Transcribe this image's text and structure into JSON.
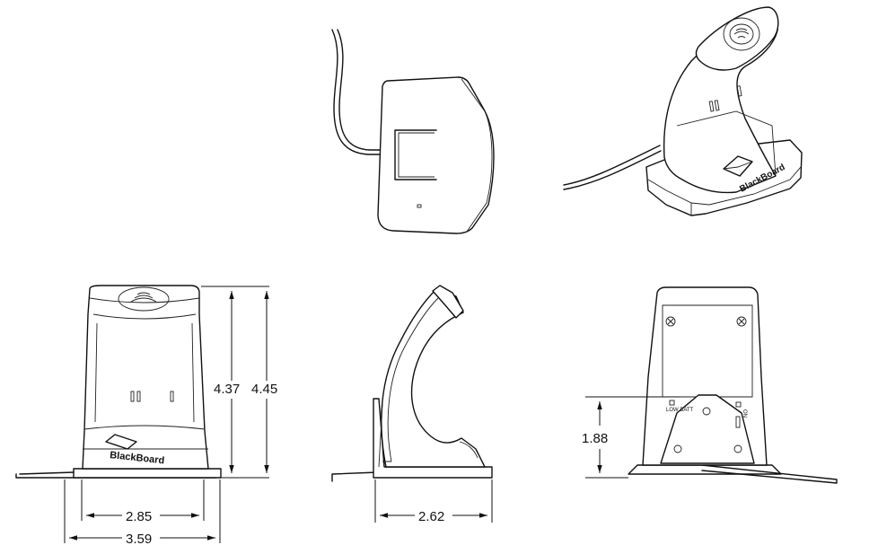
{
  "drawing": {
    "brand": "BlackBoard",
    "labels": {
      "low_batt": "LOW BATT",
      "on": "ON"
    },
    "dimensions": {
      "front_height_inner": "4.37",
      "front_height_outer": "4.45",
      "front_width_inner": "2.85",
      "front_width_outer": "3.59",
      "side_depth": "2.62",
      "back_height": "1.88"
    }
  }
}
